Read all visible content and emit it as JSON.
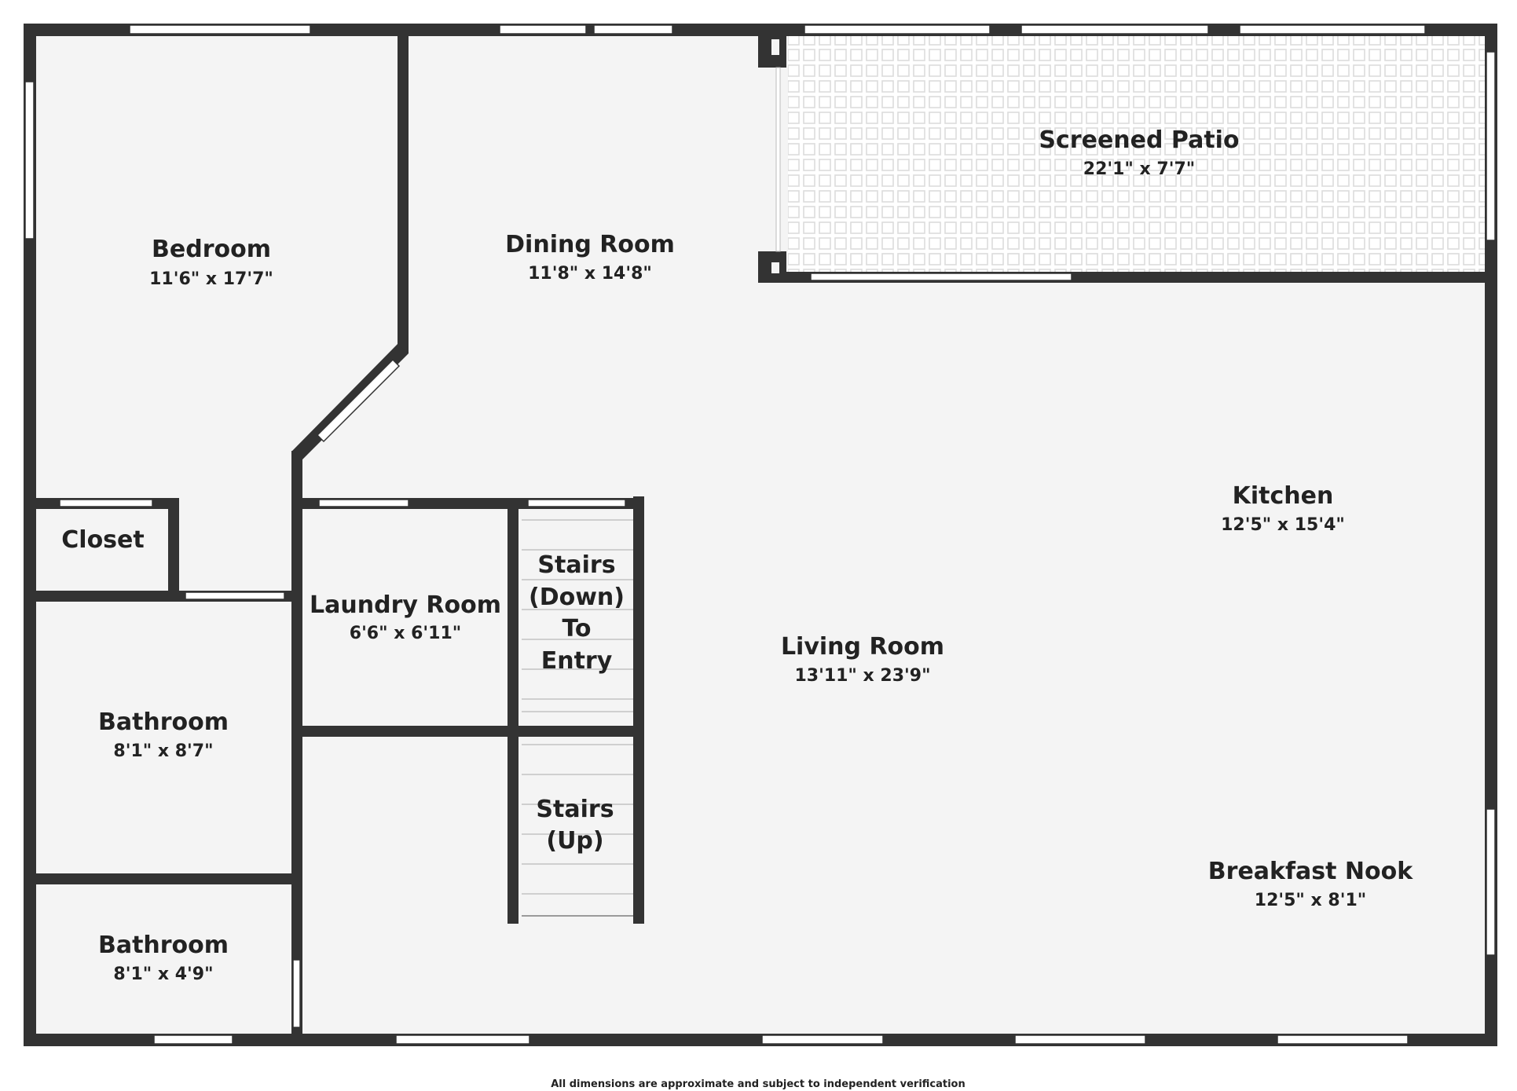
{
  "colors": {
    "wall": "#333333",
    "floor": "#f4f4f4",
    "window": "#ffffff",
    "patio_tile": "#dcdcdc",
    "text": "#222222"
  },
  "rooms": {
    "bedroom": {
      "name": "Bedroom",
      "dims": "11'6\" x 17'7\""
    },
    "dining": {
      "name": "Dining Room",
      "dims": "11'8\" x 14'8\""
    },
    "patio": {
      "name": "Screened Patio",
      "dims": "22'1\" x 7'7\""
    },
    "kitchen": {
      "name": "Kitchen",
      "dims": "12'5\" x 15'4\""
    },
    "closet": {
      "name": "Closet"
    },
    "laundry": {
      "name": "Laundry Room",
      "dims": "6'6\" x 6'11\""
    },
    "stairs_down": {
      "lines": [
        "Stairs",
        "(Down)",
        "To",
        "Entry"
      ]
    },
    "living": {
      "name": "Living Room",
      "dims": "13'11\" x 23'9\""
    },
    "bathroom1": {
      "name": "Bathroom",
      "dims": "8'1\" x 8'7\""
    },
    "stairs_up": {
      "lines": [
        "Stairs",
        "(Up)"
      ]
    },
    "breakfast": {
      "name": "Breakfast Nook",
      "dims": "12'5\" x 8'1\""
    },
    "bathroom2": {
      "name": "Bathroom",
      "dims": "8'1\" x 4'9\""
    }
  },
  "footer": {
    "disclaimer": "All dimensions are approximate and subject to independent verification"
  }
}
